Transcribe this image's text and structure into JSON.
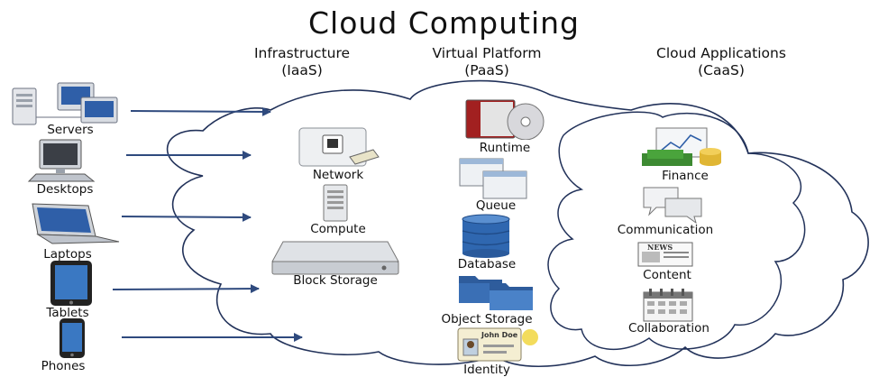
{
  "title": "Cloud Computing",
  "columns": [
    {
      "line1": "Infrastructure",
      "line2": "(IaaS)"
    },
    {
      "line1": "Virtual Platform",
      "line2": "(PaaS)"
    },
    {
      "line1": "Cloud Applications",
      "line2": "(CaaS)"
    }
  ],
  "devices": [
    "Servers",
    "Desktops",
    "Laptops",
    "Tablets",
    "Phones"
  ],
  "iaas": [
    "Network",
    "Compute",
    "Block Storage"
  ],
  "paas": [
    "Runtime",
    "Queue",
    "Database",
    "Object Storage",
    "Identity"
  ],
  "saas": [
    "Finance",
    "Communication",
    "Content",
    "Collaboration"
  ],
  "icons": {
    "devices": [
      "server-icon",
      "desktop-icon",
      "laptop-icon",
      "tablet-icon",
      "phone-icon"
    ],
    "iaas": [
      "network-icon",
      "compute-icon",
      "block-storage-icon"
    ],
    "paas": [
      "runtime-icon",
      "queue-icon",
      "database-icon",
      "object-storage-icon",
      "identity-icon"
    ],
    "saas": [
      "finance-icon",
      "communication-icon",
      "content-icon",
      "collaboration-icon"
    ]
  },
  "identity_card_name": "John Doe",
  "news_label": "NEWS",
  "colors": {
    "arrow": "#2f4a7e",
    "cloud_outline": "#22325a",
    "folder": "#3a6fb5",
    "database": "#2f67b0"
  }
}
